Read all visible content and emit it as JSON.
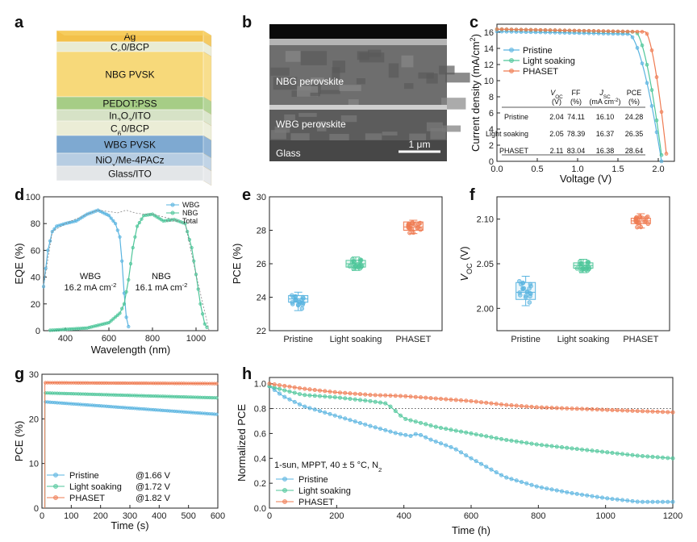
{
  "panels": {
    "a": "a",
    "b": "b",
    "c": "c",
    "d": "d",
    "e": "e",
    "f": "f",
    "g": "g",
    "h": "h"
  },
  "colors": {
    "pristine": "#5ab4e0",
    "light": "#4fc69a",
    "phaset": "#ef7b52"
  },
  "stack": {
    "layers": [
      {
        "label": "Ag",
        "color": "#f3c14a"
      },
      {
        "label": "C60/BCP",
        "color": "#e9ecd4"
      },
      {
        "label": "NBG PVSK",
        "color": "#f7d97a"
      },
      {
        "label": "PEDOT:PSS",
        "color": "#a6cd86"
      },
      {
        "label": "In2O3/ITO",
        "color": "#d6e2c6"
      },
      {
        "label": "C60/BCP",
        "color": "#ebedd6"
      },
      {
        "label": "WBG PVSK",
        "color": "#7ea9d1"
      },
      {
        "label": "NiOx/Me-4PACz",
        "color": "#b7cde2"
      },
      {
        "label": "Glass/ITO",
        "color": "#e3e6e8"
      }
    ]
  },
  "sem": {
    "nbg": "NBG perovskite",
    "wbg": "WBG perovskite",
    "glass": "Glass",
    "scale": "1 μm"
  },
  "chart_data": [
    {
      "id": "c",
      "type": "line",
      "xlabel": "Voltage (V)",
      "ylabel": "Current density (mA/cm2)",
      "xlim": [
        0,
        2.2
      ],
      "ylim": [
        0,
        17
      ],
      "xticks": [
        "0.0",
        "0.5",
        "1.0",
        "1.5",
        "2.0"
      ],
      "yticks": [
        "0",
        "2",
        "4",
        "6",
        "8",
        "10",
        "12",
        "14",
        "16"
      ],
      "series": [
        {
          "name": "Pristine",
          "jsc": 16.1,
          "voc": 2.04,
          "knee": 1.64
        },
        {
          "name": "Light soaking",
          "jsc": 16.37,
          "voc": 2.05,
          "knee": 1.72
        },
        {
          "name": "PHASET",
          "jsc": 16.38,
          "voc": 2.11,
          "knee": 1.84
        }
      ],
      "table": {
        "headers": [
          "VOC (V)",
          "FF (%)",
          "JSC (mA cm-2)",
          "PCE (%)"
        ],
        "rows": [
          [
            "Pristine",
            "2.04",
            "74.11",
            "16.10",
            "24.28"
          ],
          [
            "Light soaking",
            "2.05",
            "78.39",
            "16.37",
            "26.35"
          ],
          [
            "PHASET",
            "2.11",
            "83.04",
            "16.38",
            "28.64"
          ]
        ]
      }
    },
    {
      "id": "d",
      "type": "line",
      "xlabel": "Wavelength (nm)",
      "ylabel": "EQE (%)",
      "xlim": [
        300,
        1100
      ],
      "ylim": [
        0,
        100
      ],
      "xticks": [
        "400",
        "600",
        "800",
        "1000"
      ],
      "yticks": [
        "0",
        "20",
        "40",
        "60",
        "80",
        "100"
      ],
      "series": [
        {
          "name": "WBG",
          "points": [
            [
              300,
              33
            ],
            [
              320,
              60
            ],
            [
              340,
              74
            ],
            [
              360,
              78
            ],
            [
              400,
              80
            ],
            [
              450,
              82
            ],
            [
              500,
              87
            ],
            [
              550,
              90
            ],
            [
              600,
              86
            ],
            [
              630,
              80
            ],
            [
              650,
              70
            ],
            [
              660,
              52
            ],
            [
              670,
              28
            ],
            [
              680,
              10
            ],
            [
              690,
              3
            ],
            [
              700,
              0
            ]
          ]
        },
        {
          "name": "NBG",
          "points": [
            [
              300,
              0
            ],
            [
              500,
              2
            ],
            [
              600,
              6
            ],
            [
              650,
              13
            ],
            [
              670,
              20
            ],
            [
              690,
              38
            ],
            [
              710,
              62
            ],
            [
              730,
              78
            ],
            [
              760,
              86
            ],
            [
              800,
              87
            ],
            [
              850,
              82
            ],
            [
              900,
              83
            ],
            [
              950,
              80
            ],
            [
              980,
              62
            ],
            [
              1000,
              42
            ],
            [
              1020,
              20
            ],
            [
              1040,
              5
            ],
            [
              1060,
              0
            ]
          ]
        },
        {
          "name": "Total",
          "points": [
            [
              300,
              33
            ],
            [
              340,
              74
            ],
            [
              400,
              80
            ],
            [
              500,
              87
            ],
            [
              550,
              90
            ],
            [
              600,
              89
            ],
            [
              640,
              88
            ],
            [
              680,
              90
            ],
            [
              720,
              88
            ],
            [
              760,
              87
            ],
            [
              800,
              87
            ],
            [
              900,
              83
            ],
            [
              950,
              80
            ],
            [
              1000,
              42
            ],
            [
              1060,
              0
            ]
          ]
        }
      ],
      "annotations": [
        {
          "text": "WBG",
          "sub": "16.2 mA cm-2"
        },
        {
          "text": "NBG",
          "sub": "16.1 mA cm-2"
        }
      ]
    },
    {
      "id": "e",
      "type": "box",
      "ylabel": "PCE (%)",
      "ylim": [
        22,
        30
      ],
      "yticks": [
        "22",
        "24",
        "26",
        "28",
        "30"
      ],
      "categories": [
        "Pristine",
        "Light soaking",
        "PHASET"
      ],
      "boxes": [
        {
          "min": 23.2,
          "q1": 23.7,
          "median": 23.9,
          "q3": 24.1,
          "max": 24.3
        },
        {
          "min": 25.6,
          "q1": 25.8,
          "median": 26.0,
          "q3": 26.2,
          "max": 26.4
        },
        {
          "min": 27.8,
          "q1": 28.0,
          "median": 28.2,
          "q3": 28.5,
          "max": 28.6
        }
      ]
    },
    {
      "id": "f",
      "type": "box",
      "ylabel": "VOC (V)",
      "ylim": [
        1.975,
        2.125
      ],
      "yticks": [
        "2.00",
        "2.05",
        "2.10"
      ],
      "categories": [
        "Pristine",
        "Light soaking",
        "PHASET"
      ],
      "boxes": [
        {
          "min": 2.003,
          "q1": 2.01,
          "median": 2.018,
          "q3": 2.029,
          "max": 2.036
        },
        {
          "min": 2.04,
          "q1": 2.045,
          "median": 2.048,
          "q3": 2.051,
          "max": 2.055
        },
        {
          "min": 2.09,
          "q1": 2.095,
          "median": 2.098,
          "q3": 2.101,
          "max": 2.106
        }
      ]
    },
    {
      "id": "g",
      "type": "line",
      "xlabel": "Time (s)",
      "ylabel": "PCE (%)",
      "xlim": [
        0,
        600
      ],
      "ylim": [
        0,
        30
      ],
      "xticks": [
        "0",
        "100",
        "200",
        "300",
        "400",
        "500",
        "600"
      ],
      "yticks": [
        "0",
        "10",
        "20",
        "30"
      ],
      "series": [
        {
          "name": "Pristine",
          "bias": "@1.66 V",
          "start": 23.8,
          "end": 21.0
        },
        {
          "name": "Light soaking",
          "bias": "@1.72 V",
          "start": 25.8,
          "end": 24.7
        },
        {
          "name": "PHASET",
          "bias": "@1.82 V",
          "start": 28.1,
          "end": 27.9
        }
      ]
    },
    {
      "id": "h",
      "type": "line",
      "xlabel": "Time (h)",
      "ylabel": "Normalized PCE",
      "xlim": [
        0,
        1200
      ],
      "ylim": [
        0,
        1.05
      ],
      "xticks": [
        "0",
        "200",
        "400",
        "600",
        "800",
        "1000",
        "1200"
      ],
      "yticks": [
        "0.0",
        "0.2",
        "0.4",
        "0.6",
        "0.8",
        "1.0"
      ],
      "condition": "1-sun, MPPT, 40 ± 5 °C, N2",
      "reference": 0.8,
      "series": [
        {
          "name": "Pristine",
          "points": [
            [
              0,
              0.98
            ],
            [
              40,
              0.9
            ],
            [
              100,
              0.82
            ],
            [
              200,
              0.74
            ],
            [
              300,
              0.66
            ],
            [
              380,
              0.6
            ],
            [
              420,
              0.58
            ],
            [
              440,
              0.6
            ],
            [
              480,
              0.55
            ],
            [
              550,
              0.48
            ],
            [
              600,
              0.4
            ],
            [
              700,
              0.25
            ],
            [
              800,
              0.17
            ],
            [
              900,
              0.12
            ],
            [
              1000,
              0.08
            ],
            [
              1100,
              0.05
            ],
            [
              1200,
              0.05
            ]
          ]
        },
        {
          "name": "Light soaking",
          "points": [
            [
              0,
              0.98
            ],
            [
              40,
              0.95
            ],
            [
              100,
              0.91
            ],
            [
              200,
              0.89
            ],
            [
              300,
              0.86
            ],
            [
              350,
              0.84
            ],
            [
              400,
              0.72
            ],
            [
              500,
              0.65
            ],
            [
              600,
              0.6
            ],
            [
              700,
              0.55
            ],
            [
              800,
              0.51
            ],
            [
              900,
              0.48
            ],
            [
              1000,
              0.45
            ],
            [
              1100,
              0.42
            ],
            [
              1200,
              0.4
            ]
          ]
        },
        {
          "name": "PHASET",
          "points": [
            [
              0,
              1.0
            ],
            [
              100,
              0.96
            ],
            [
              200,
              0.93
            ],
            [
              300,
              0.91
            ],
            [
              400,
              0.9
            ],
            [
              500,
              0.88
            ],
            [
              600,
              0.86
            ],
            [
              700,
              0.83
            ],
            [
              800,
              0.81
            ],
            [
              900,
              0.8
            ],
            [
              1000,
              0.79
            ],
            [
              1100,
              0.78
            ],
            [
              1200,
              0.77
            ]
          ]
        }
      ]
    }
  ]
}
